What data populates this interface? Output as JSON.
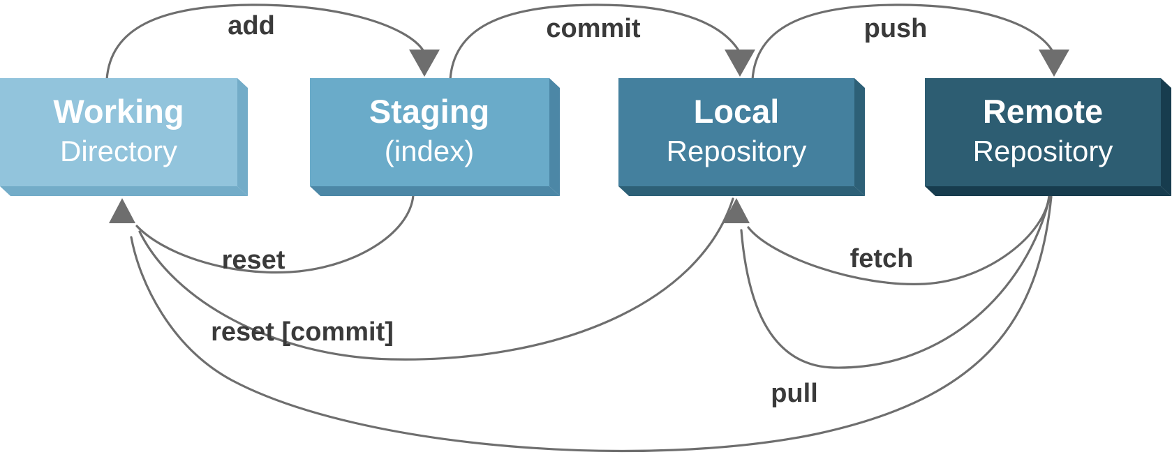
{
  "diagram": {
    "title": "Git workflow diagram",
    "arrow_color": "#6e6e6e",
    "label_color": "#3a3a3a",
    "box_text_color": "#ffffff",
    "boxes": [
      {
        "id": "working-directory",
        "title": "Working",
        "subtitle": "Directory",
        "face_color": "#92c4dc",
        "bevel_color": "#73acc8"
      },
      {
        "id": "staging",
        "title": "Staging",
        "subtitle": "(index)",
        "face_color": "#6aabc9",
        "bevel_color": "#4c87a6"
      },
      {
        "id": "local-repository",
        "title": "Local",
        "subtitle": "Repository",
        "face_color": "#44809e",
        "bevel_color": "#2d6077"
      },
      {
        "id": "remote-repository",
        "title": "Remote",
        "subtitle": "Repository",
        "face_color": "#2d5d72",
        "bevel_color": "#173c4e"
      }
    ],
    "arrows": [
      {
        "label": "add",
        "from": "working-directory",
        "to": "staging"
      },
      {
        "label": "commit",
        "from": "staging",
        "to": "local-repository"
      },
      {
        "label": "push",
        "from": "local-repository",
        "to": "remote-repository"
      },
      {
        "label": "reset",
        "from": "staging",
        "to": "working-directory"
      },
      {
        "label": "fetch",
        "from": "remote-repository",
        "to": "local-repository"
      },
      {
        "label": "reset [commit]",
        "from": "local-repository",
        "to": "working-directory"
      },
      {
        "label": "pull",
        "from": "remote-repository",
        "to": "working-directory"
      }
    ]
  }
}
